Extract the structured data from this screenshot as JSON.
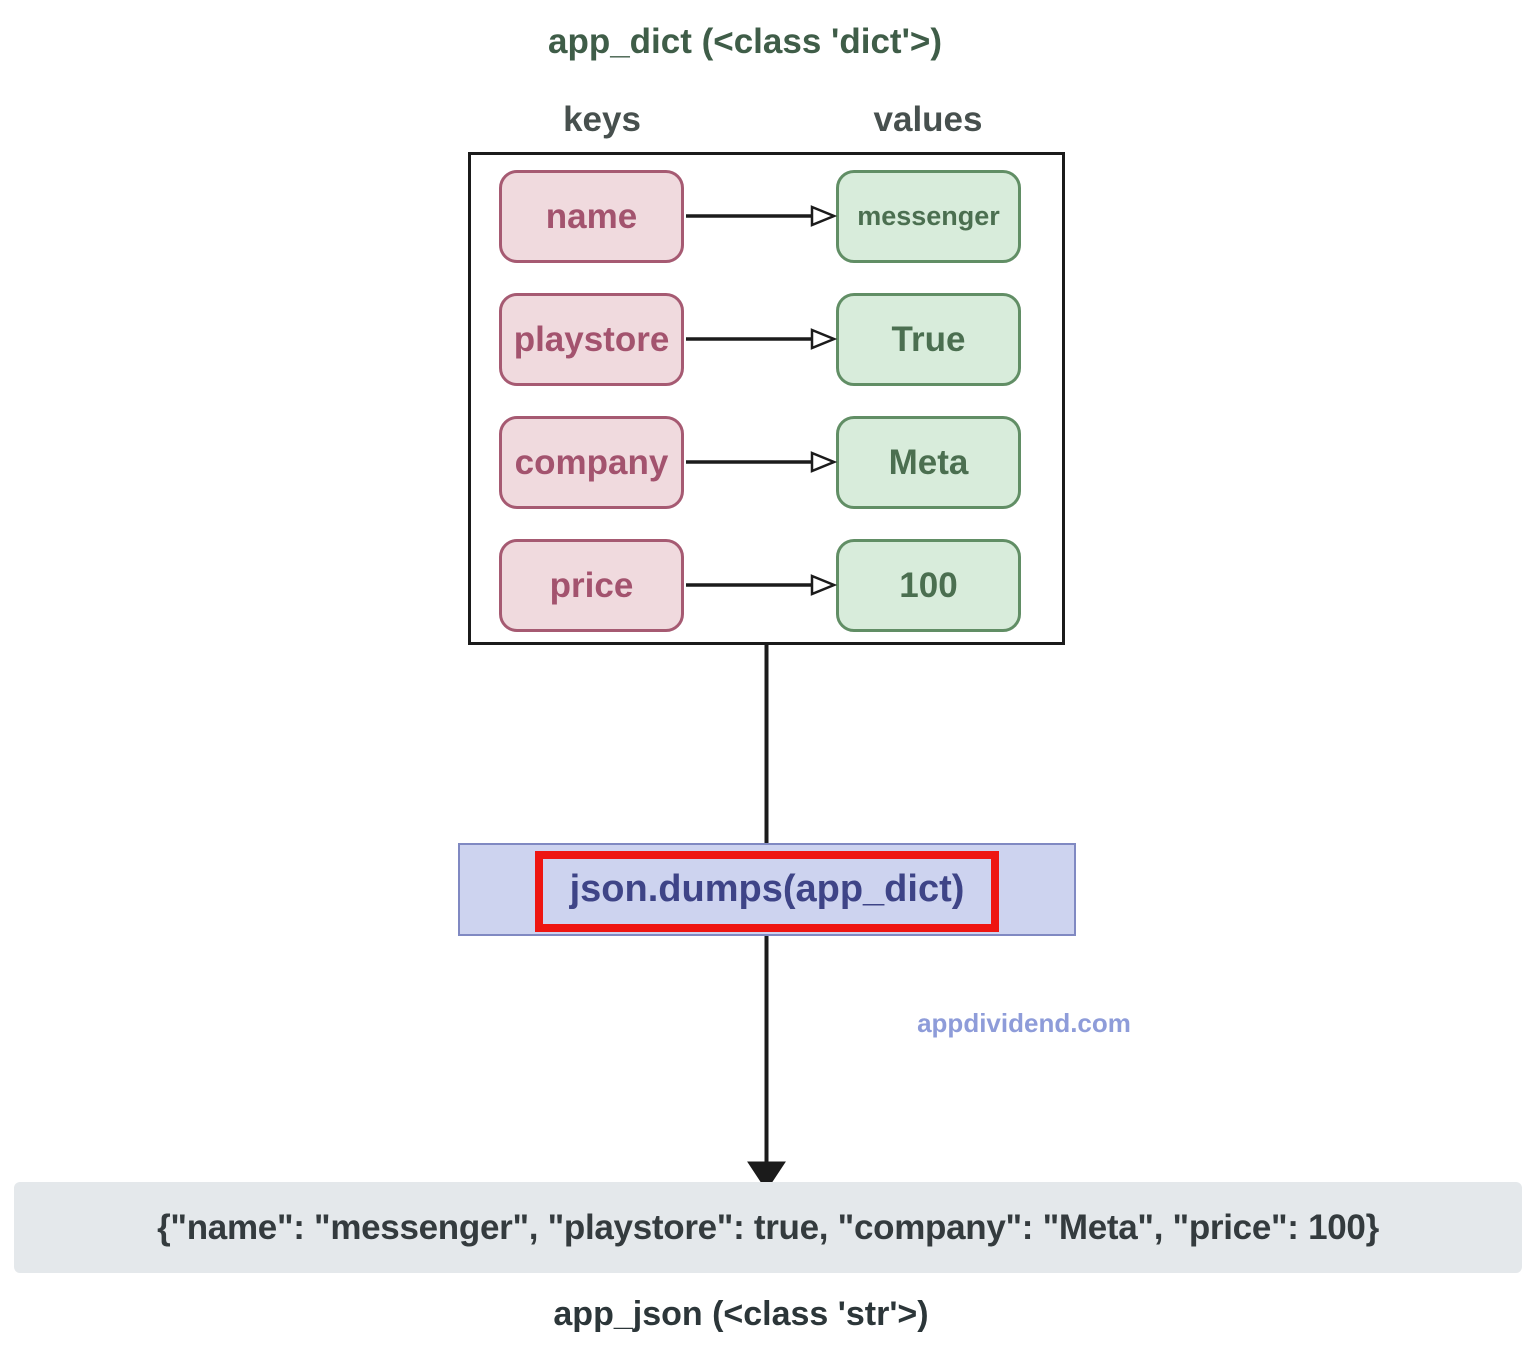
{
  "diagram": {
    "title": "app_dict (<class 'dict'>)",
    "columns": {
      "keys_label": "keys",
      "values_label": "values"
    },
    "pairs": [
      {
        "key": "name",
        "value": "messenger"
      },
      {
        "key": "playstore",
        "value": "True"
      },
      {
        "key": "company",
        "value": "Meta"
      },
      {
        "key": "price",
        "value": "100"
      }
    ],
    "function_call": "json.dumps(app_dict)",
    "watermark": "appdividend.com",
    "output_string": "{\"name\": \"messenger\", \"playstore\": true, \"company\": \"Meta\", \"price\": 100}",
    "output_label": "app_json (<class 'str'>)",
    "colors": {
      "key_fill": "#f0dade",
      "key_border": "#a65a72",
      "key_text": "#a3536e",
      "value_fill": "#d8ecdb",
      "value_border": "#618e65",
      "value_text": "#4b6f50",
      "function_fill": "#cdd3ef",
      "function_border": "#8089c2",
      "function_text": "#3e4487",
      "highlight_red": "#ee1511",
      "title_green": "#3f5d48",
      "header_gray": "#47504e",
      "output_fill": "#e4e8eb",
      "output_text": "#343b3e",
      "watermark_blue": "#8e9cd9",
      "arrow_black": "#1b1b1b"
    }
  }
}
